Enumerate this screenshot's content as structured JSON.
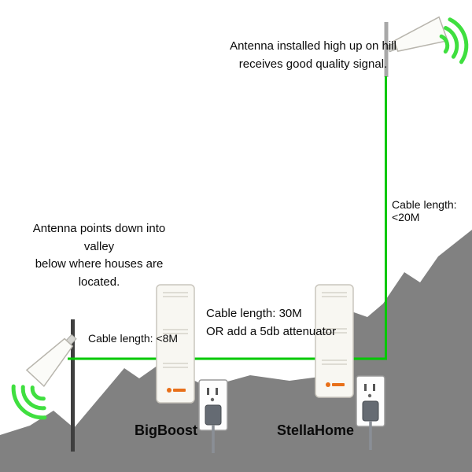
{
  "diagram": {
    "notes": {
      "hill_note": {
        "line1": "Antenna installed high up on hill",
        "line2": "receives good quality signal."
      },
      "valley_note": {
        "line1": "Antenna points down into valley",
        "line2": "below where houses are located."
      }
    },
    "cable_labels": {
      "right_vertical": "Cable length: <20M",
      "left_horizontal": "Cable length: <8M",
      "middle": {
        "line1": "Cable length: 30M",
        "line2": "OR add a 5db attenuator"
      }
    },
    "devices": [
      {
        "name": "BigBoost"
      },
      {
        "name": "StellaHome"
      }
    ],
    "icons": {
      "outdoor_antenna": "directional-antenna-icon",
      "indoor_antenna": "directional-antenna-icon",
      "signal": "signal-arcs-icon",
      "power": "power-outlet-icon"
    },
    "colors": {
      "cable_green": "#00c800",
      "signal_green": "#3fdf3f",
      "terrain_gray": "#818181",
      "device_body": "#f8f7f2",
      "logo_orange": "#e8701a"
    }
  }
}
